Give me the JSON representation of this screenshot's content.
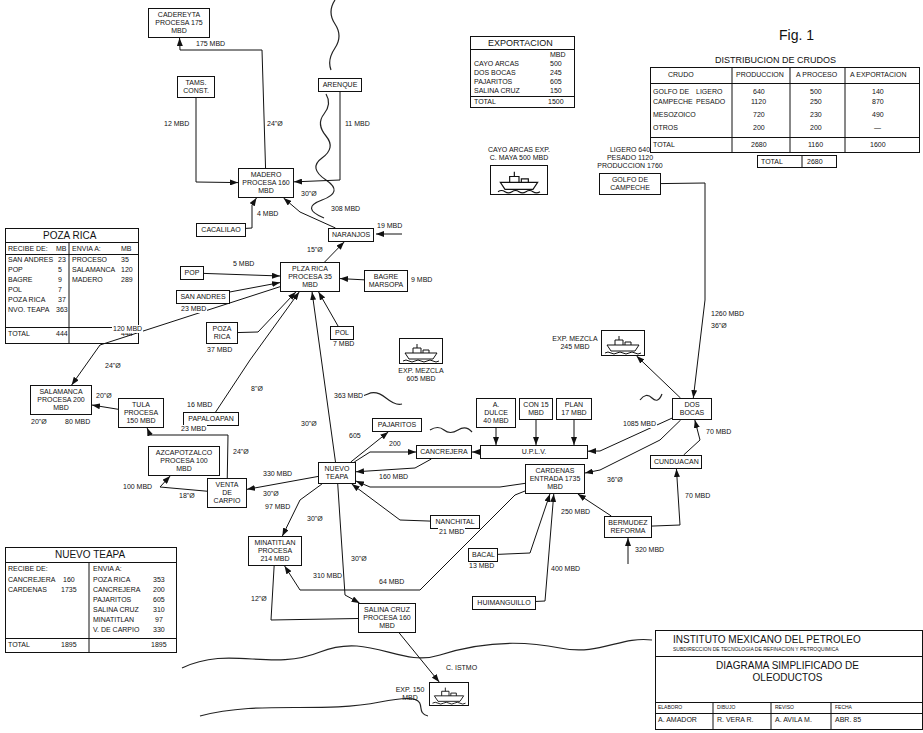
{
  "diagram": {
    "nodes": [
      {
        "text": [
          "CADEREYTA PROCESA 175 MBD"
        ]
      },
      {
        "text": [
          "TAMS. CONST."
        ]
      },
      {
        "text": [
          "ARENQUE"
        ]
      },
      {
        "text": [
          "MADERO PROCESA 160 MBD"
        ]
      },
      {
        "text": [
          "CACALILAO"
        ]
      },
      {
        "text": [
          "NARANJOS"
        ]
      },
      {
        "text": [
          "POP"
        ]
      },
      {
        "text": [
          "SAN ANDRES"
        ]
      },
      {
        "text": [
          "PLZA RICA PROCESA 35 MBD"
        ]
      },
      {
        "text": [
          "BAGRE MARSOPA"
        ]
      },
      {
        "text": [
          "POZA RICA"
        ]
      },
      {
        "text": [
          "POL"
        ]
      },
      {
        "text": [
          "SALAMANCA PROCESA 200 MBD"
        ]
      },
      {
        "text": [
          "TULA PROCESA 150 MBD"
        ]
      },
      {
        "text": [
          "PAPALOAPAN"
        ]
      },
      {
        "text": [
          "PAJARITOS"
        ]
      },
      {
        "text": [
          "CANCREJERA"
        ]
      },
      {
        "text": [
          "A. DULCE 40 MBD"
        ]
      },
      {
        "text": [
          "CON 15 MBD"
        ]
      },
      {
        "text": [
          "PLAN 17 MBD"
        ]
      },
      {
        "text": [
          "U.P.L.V."
        ]
      },
      {
        "text": [
          "DOS BOCAS"
        ]
      },
      {
        "text": [
          "CARDENAS ENTRADA 1735 MBD"
        ]
      },
      {
        "text": [
          "CUNDUACAN"
        ]
      },
      {
        "text": [
          "AZCAPOTZALCO PROCESA 100 MBD"
        ]
      },
      {
        "text": [
          "VENTA DE CARPIO"
        ]
      },
      {
        "text": [
          "NUEVO TEAPA"
        ]
      },
      {
        "text": [
          "NANCHITAL"
        ]
      },
      {
        "text": [
          "BACAL"
        ]
      },
      {
        "text": [
          "BERMUDEZ REFORMA"
        ]
      },
      {
        "text": [
          "MINATITLAN PROCESA 214 MBD"
        ]
      },
      {
        "text": [
          "HUIMANGUILLO"
        ]
      },
      {
        "text": [
          "SALINA CRUZ PROCESA 160 MBD"
        ]
      },
      {
        "text": [
          "LIGERO 640 PESADO 1120 PRODUCCION 1760",
          "GOLFO DE CAMPECHE"
        ]
      },
      {
        "text": [
          "CAYO ARCAS EXP. C. MAYA 500 MBD"
        ]
      },
      {
        "text": [
          "EXP. MEZCLA 605 MBD"
        ]
      },
      {
        "text": [
          "EXP. MEZCLA 245 MBD"
        ]
      },
      {
        "text": [
          "EXP. 150 MBD"
        ]
      },
      {
        "text": [
          "EXPORTACION",
          "MBD",
          "CAYO ARCAS",
          "500",
          "DOS BOCAS",
          "245",
          "PAJARITOS",
          "605",
          "SALINA CRUZ",
          "150",
          "TOTAL",
          "1500"
        ]
      },
      {
        "text": [
          "DISTRIBUCION DE CRUDOS",
          "CRUDO",
          "PRODUCCION",
          "A PROCESO",
          "A EXPORTACION",
          "GOLFO DE",
          "LIGERO",
          "640",
          "500",
          "140",
          "CAMPECHE",
          "PESADO",
          "1120",
          "250",
          "870",
          "MESOZOICO",
          "720",
          "230",
          "490",
          "OTROS",
          "200",
          "200",
          "—",
          "TOTAL",
          "2680",
          "1160",
          "1600"
        ]
      },
      {
        "text": [
          "TOTAL",
          "2680"
        ]
      },
      {
        "text": [
          "POZA RICA",
          "RECIBE DE:",
          "MB",
          "ENVIA A:",
          "MB",
          "SAN ANDRES",
          "23",
          "PROCESO",
          "35",
          "POP",
          "5",
          "SALAMANCA",
          "120",
          "BAGRE",
          "9",
          "MADERO",
          "289",
          "POL",
          "7",
          "POZA RICA",
          "37",
          "NVO. TEAPA",
          "363",
          "TOTAL",
          "444",
          "444"
        ]
      },
      {
        "text": [
          "NUEVO TEAPA",
          "RECIBE DE:",
          "ENVIA A:",
          "CANCREJERA",
          "160",
          "POZA RICA",
          "353",
          "CARDENAS",
          "1735",
          "CANCREJERA",
          "200",
          "PAJARITOS",
          "605",
          "SALINA CRUZ",
          "310",
          "MINATITLAN",
          "97",
          "V. DE CARPIO",
          "330",
          "TOTAL",
          "1895",
          "1895"
        ]
      },
      {
        "text": [
          "INSTITUTO MEXICANO DEL PETROLEO",
          "SUBDIRECCION DE TECNOLOGIA DE REFINACION Y PETROQUIMICA",
          "DIAGRAMA SIMPLIFICADO DE OLEODUCTOS",
          "ELABORO",
          "DIBUJO",
          "REVISO",
          "FECHA",
          "A. AMADOR",
          "R. VERA R.",
          "A. AVILA M.",
          "ABR. 85"
        ]
      }
    ],
    "edges": [
      {
        "from": 3,
        "to": 0,
        "arrow": "to",
        "label": "175 MBD"
      },
      {
        "from": 1,
        "to": 3,
        "arrow": "to",
        "label": "12 MBD"
      },
      {
        "from": 2,
        "to": 3,
        "arrow": "to",
        "label": "11 MBD"
      },
      {
        "from": 4,
        "to": 3,
        "arrow": "to",
        "label": "4 MBD"
      },
      {
        "from": 8,
        "to": 5,
        "arrow": "to"
      },
      {
        "from": 5,
        "to": 3,
        "arrow": "to",
        "label": "308 MBD"
      },
      {
        "from": 6,
        "to": 8,
        "arrow": "to",
        "label": "5 MBD"
      },
      {
        "from": 7,
        "to": 8,
        "arrow": "to",
        "label": "23 MBD"
      },
      {
        "from": 9,
        "to": 8,
        "arrow": "to",
        "label": "9 MBD"
      },
      {
        "from": 10,
        "to": 8,
        "arrow": "to",
        "label": "37 MBD"
      },
      {
        "from": 11,
        "to": 8,
        "arrow": "to",
        "label": "7 MBD"
      },
      {
        "from": 8,
        "to": 12,
        "arrow": "to",
        "label": "120 MBD"
      },
      {
        "from": 13,
        "to": 12,
        "arrow": "to",
        "label": "80 MBD"
      },
      {
        "from": 25,
        "to": 13,
        "arrow": "to",
        "label": "23 MBD"
      },
      {
        "from": 14,
        "to": 8,
        "arrow": "to",
        "label": "16 MBD"
      },
      {
        "from": 26,
        "to": 8,
        "arrow": "to",
        "label": "363 MBD"
      },
      {
        "from": 26,
        "to": 15,
        "arrow": "to",
        "label": "605"
      },
      {
        "from": 26,
        "to": 16,
        "arrow": "to",
        "label": "200"
      },
      {
        "from": 16,
        "to": 26,
        "arrow": "to",
        "label": "160 MBD"
      },
      {
        "from": 20,
        "to": 16,
        "arrow": "to"
      },
      {
        "from": 26,
        "to": 25,
        "arrow": "to",
        "label": "330 MBD"
      },
      {
        "from": 25,
        "to": 24,
        "arrow": "to",
        "label": "100 MBD"
      },
      {
        "from": 26,
        "to": 30,
        "arrow": "to",
        "label": "97 MBD"
      },
      {
        "from": 26,
        "to": 32,
        "arrow": "to",
        "label": "310 MBD"
      },
      {
        "from": 27,
        "to": 26,
        "arrow": "to",
        "label": "21 MBD"
      },
      {
        "from": 22,
        "to": 26,
        "arrow": "to"
      },
      {
        "from": 22,
        "to": 30,
        "arrow": "to",
        "label": "64 MBD"
      },
      {
        "from": 30,
        "to": 32,
        "arrow": "none"
      },
      {
        "from": 32,
        "to": 37,
        "arrow": "to"
      },
      {
        "from": 28,
        "to": 22,
        "arrow": "to",
        "label": "13 MBD"
      },
      {
        "from": 31,
        "to": 22,
        "arrow": "to",
        "label": "400 MBD"
      },
      {
        "from": 29,
        "to": 22,
        "arrow": "to",
        "label": "250 MBD"
      },
      {
        "from": 29,
        "to": 23,
        "arrow": "to",
        "label": "70 MBD"
      },
      {
        "from": 23,
        "to": 21,
        "arrow": "to",
        "label": "70 MBD"
      },
      {
        "from": 21,
        "to": 20,
        "arrow": "to",
        "label": "1085 MBD"
      },
      {
        "from": 21,
        "to": 22,
        "arrow": "to"
      },
      {
        "from": 33,
        "to": 21,
        "arrow": "to",
        "label": "1260 MBD"
      },
      {
        "from": 21,
        "to": 36,
        "arrow": "to"
      },
      {
        "from": 17,
        "to": 20,
        "arrow": "to"
      },
      {
        "from": 18,
        "to": 20,
        "arrow": "to"
      },
      {
        "from": 19,
        "to": 20,
        "arrow": "to"
      }
    ],
    "labels": [
      "Fig. 1",
      "24\"Ø",
      "19 MBD",
      "30\"Ø",
      "15\"Ø",
      "24\"Ø",
      "20\"Ø",
      "20\"Ø",
      "24\"Ø",
      "8\"Ø",
      "30\"Ø",
      "18\"Ø",
      "30\"Ø",
      "30\"Ø",
      "30\"Ø",
      "12\"Ø",
      "36\"Ø",
      "36\"Ø",
      "320 MBD",
      "C. ISTMO"
    ]
  }
}
